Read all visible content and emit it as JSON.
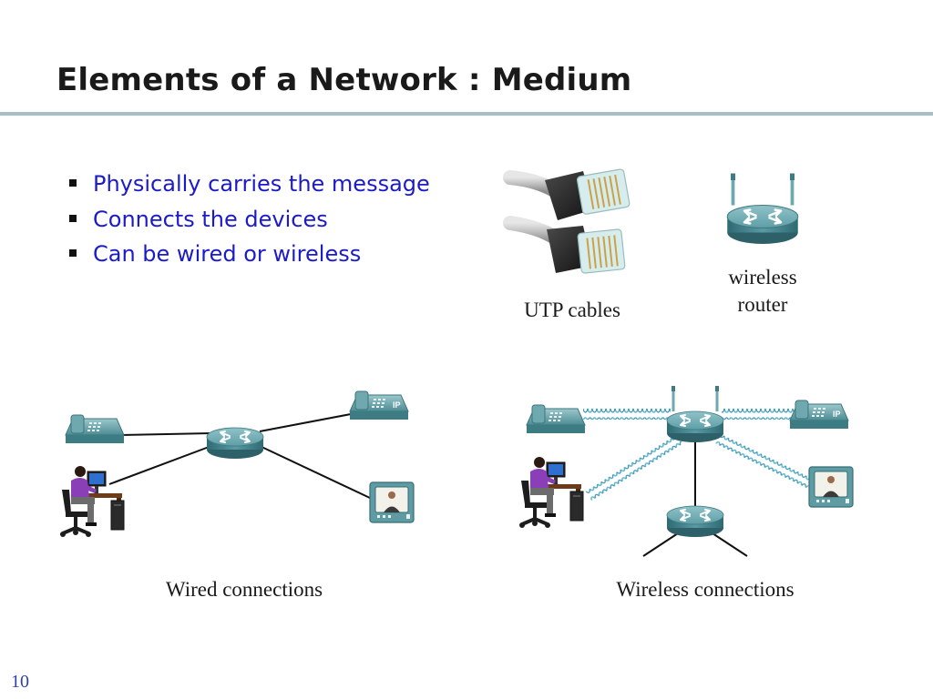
{
  "slide": {
    "title": "Elements of a Network : Medium",
    "page_number": "10"
  },
  "bullets": [
    "Physically carries the message",
    "Connects the devices",
    "Can be wired or wireless"
  ],
  "captions": {
    "utp": "UTP cables",
    "router_line1": "wireless",
    "router_line2": "router",
    "wired": "Wired connections",
    "wireless": "Wireless connections"
  },
  "device_labels": {
    "ip_phone": "IP"
  },
  "colors": {
    "title_rule": "#a9bfc6",
    "bullet_text": "#1b1bc8",
    "device_teal": "#4f8e96",
    "wave": "#5ab8cf"
  }
}
